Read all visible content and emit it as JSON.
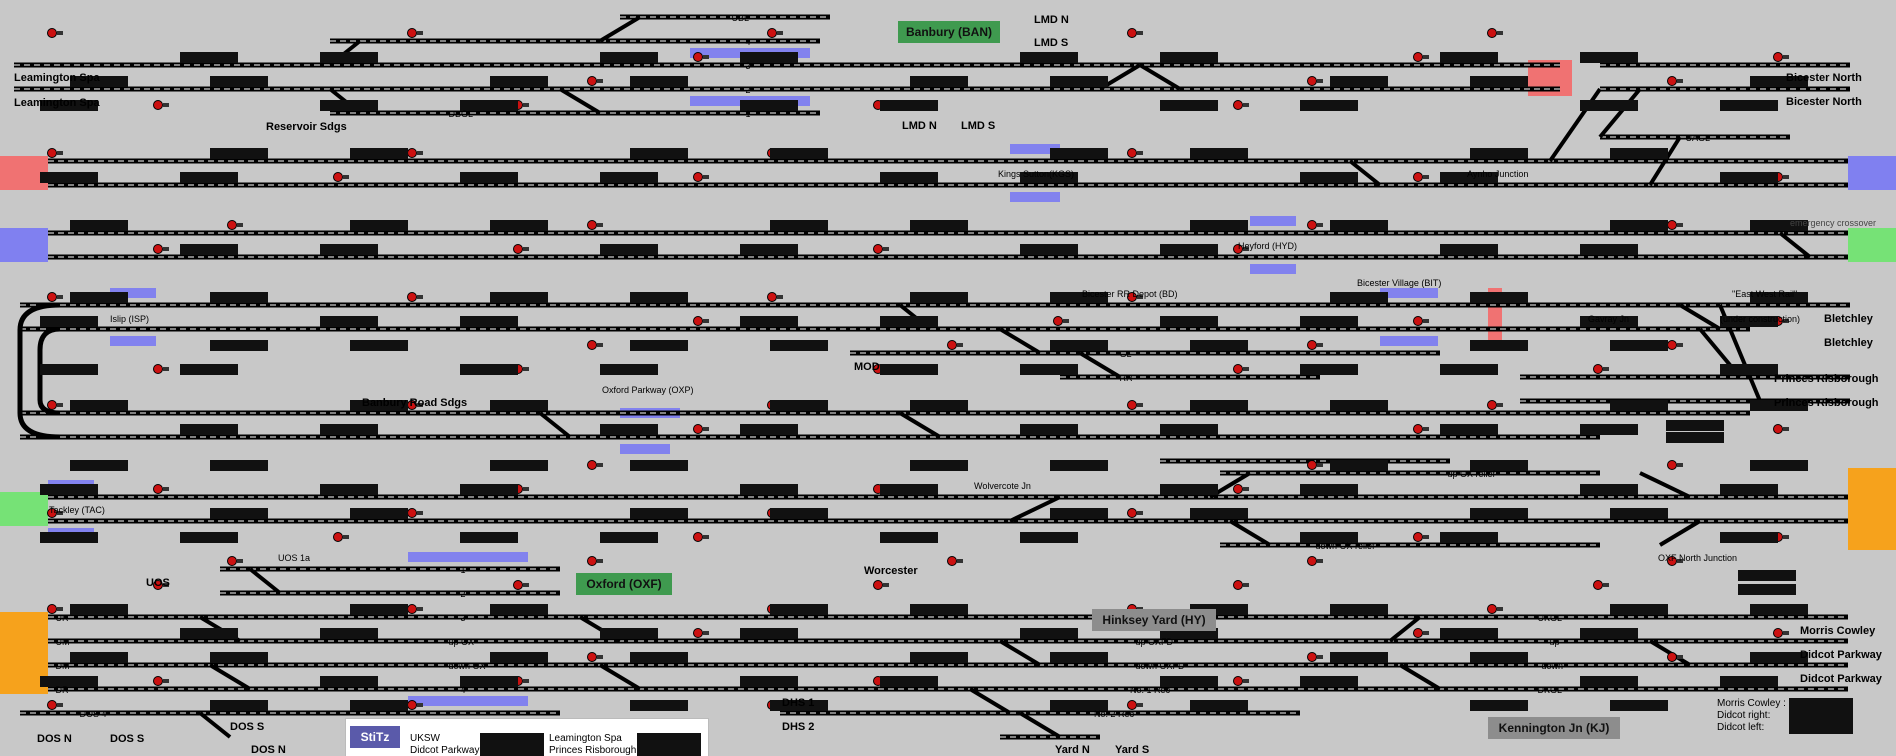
{
  "colors": {
    "background": "#c8c8c8",
    "track": "#000000",
    "track_highlight": "#ffffff",
    "signal_red": "#cc1111",
    "berth": "#111111",
    "entry_red": "#f07272",
    "entry_blue": "#8080f0",
    "entry_green": "#76e276",
    "entry_orange": "#f6a21c",
    "station_green": "#3f9a4f",
    "station_grey": "#8d8d8d",
    "platform_blue": "#8282ee"
  },
  "locations": {
    "leamington_1": "Leamington Spa",
    "leamington_2": "Leamington Spa",
    "reservoir": "Reservoir Sdgs",
    "dbgl": "- DBGL -",
    "ubl": "- UBL -",
    "p4": "- 4 -",
    "p3": "- 3 -",
    "p2": "- 2 -",
    "p1": "- 1 -",
    "banbury": "Banbury (BAN)",
    "lmdn_top": "LMD N",
    "lmds_top": "LMD S",
    "lmdn": "LMD N",
    "lmds": "LMD S",
    "bicester_north_1": "Bicester North",
    "bicester_north_2": "Bicester North",
    "kings_sutton": "Kings Sutton(KGS)",
    "aynho": "Aynho Junction",
    "uagl": "- UAGL -",
    "heyford": "Heyford (HYD)",
    "emergency": "emergency crossover",
    "islip": "Islip (ISP)",
    "mod": "MOD",
    "bicester_rr": "Bicester RR Depot (BD)",
    "bicester_village": "Bicester Village (BIT)",
    "gl": "- GL -",
    "rr": "- RR -",
    "gavray": "Gavray Jn",
    "east_west": "\"East West Rail\"",
    "under_construction": "(under construction)",
    "bletchley_1": "Bletchley",
    "bletchley_2": "Bletchley",
    "princes_1": "Princes Risborough",
    "princes_2": "Princes Risborough",
    "banbury_road": "Banbury Road Sdgs",
    "oxford_parkway": "Oxford Parkway (OXP)",
    "wolvercote": "Wolvercote Jn",
    "tackley": "Tackley (TAC)",
    "up_ox_relief": "- up OX relief -",
    "down_ox_relief": "- down OX relief -",
    "oxf_north": "OXF North Junction",
    "worcester": "Worcester",
    "uos": "UOS",
    "uos_1a": "UOS 1a",
    "oxford": "Oxford (OXF)",
    "hinksey": "Hinksey Yard (HY)",
    "ur": "- UR -",
    "um": "- UM -",
    "dm": "- DM -",
    "dr": "- DR -",
    "up_ox": "- up OX -",
    "down_ox": "- down OX -",
    "ox_p1": "- 1 -",
    "ox_p2": "- 2 -",
    "ox_p3": "- 3 -",
    "ox_p4": "- 4 -",
    "up_oxfd": "- up OXFD -",
    "down_oxfd": "- down OXFD -",
    "no1rec": "No. 1 Rec",
    "no2rec": "No. 2 Rec",
    "ukgl": "- UKGL -",
    "up": "- up -",
    "down": "- down -",
    "dkgl": "- DKGL -",
    "morris_cowley": "Morris Cowley",
    "didcot_1": "Didcot Parkway",
    "didcot_2": "Didcot Parkway",
    "dos4": "- DOS 4 -",
    "dos_n": "DOS N",
    "dos_s": "DOS S",
    "dos_s2": "DOS S",
    "dos_n2": "DOS N",
    "dhs1": "DHS 1",
    "dhs2": "DHS 2",
    "yard_n": "Yard N",
    "yard_s": "Yard S",
    "kennington": "Kennington Jn (KJ)"
  },
  "legend": {
    "tag": "StiTz",
    "ukswl": "UKSW",
    "didcot": "Didcot Parkway",
    "leamington": "Leamington Spa",
    "princes": "Princes Risborough"
  },
  "right_panel": {
    "morris": "Morris Cowley :",
    "didcot_right": "Didcot right:",
    "didcot_left": "Didcot left:"
  }
}
